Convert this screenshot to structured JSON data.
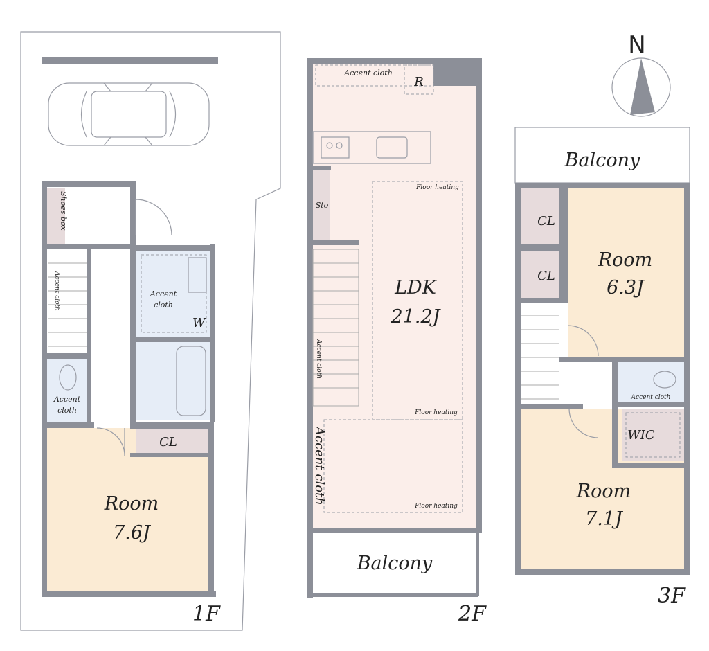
{
  "compass": {
    "label": "N"
  },
  "floors": {
    "f1": {
      "label": "1F",
      "shoes_box": "Shoes box",
      "stair_cloth": "Accent cloth",
      "wash_cloth_a": "Accent",
      "wash_cloth_b": "cloth",
      "wash_w": "W",
      "toilet_cloth_a": "Accent",
      "toilet_cloth_b": "cloth",
      "closet": "CL",
      "room_name": "Room",
      "room_size": "7.6J"
    },
    "f2": {
      "label": "2F",
      "accent_cloth_top": "Accent cloth",
      "fridge": "R",
      "storage": "Sto",
      "floor_heating_1": "Floor heating",
      "floor_heating_2": "Floor heating",
      "floor_heating_3": "Floor heating",
      "ldk_name": "LDK",
      "ldk_size": "21.2J",
      "stair_cloth": "Accent cloth",
      "accent_cloth_side": "Accent cloth",
      "balcony": "Balcony"
    },
    "f3": {
      "label": "3F",
      "balcony": "Balcony",
      "closet_1": "CL",
      "closet_2": "CL",
      "room1_name": "Room",
      "room1_size": "6.3J",
      "toilet_cloth": "Accent cloth",
      "wic": "WIC",
      "room2_name": "Room",
      "room2_size": "7.1J"
    }
  },
  "colors": {
    "room_peach": "#fbebd4",
    "ldk_pink": "#fbeeea",
    "wet_blue": "#e6edf7",
    "closet_mauve": "#e7dbdc",
    "wall_gray": "#8c8f98"
  }
}
